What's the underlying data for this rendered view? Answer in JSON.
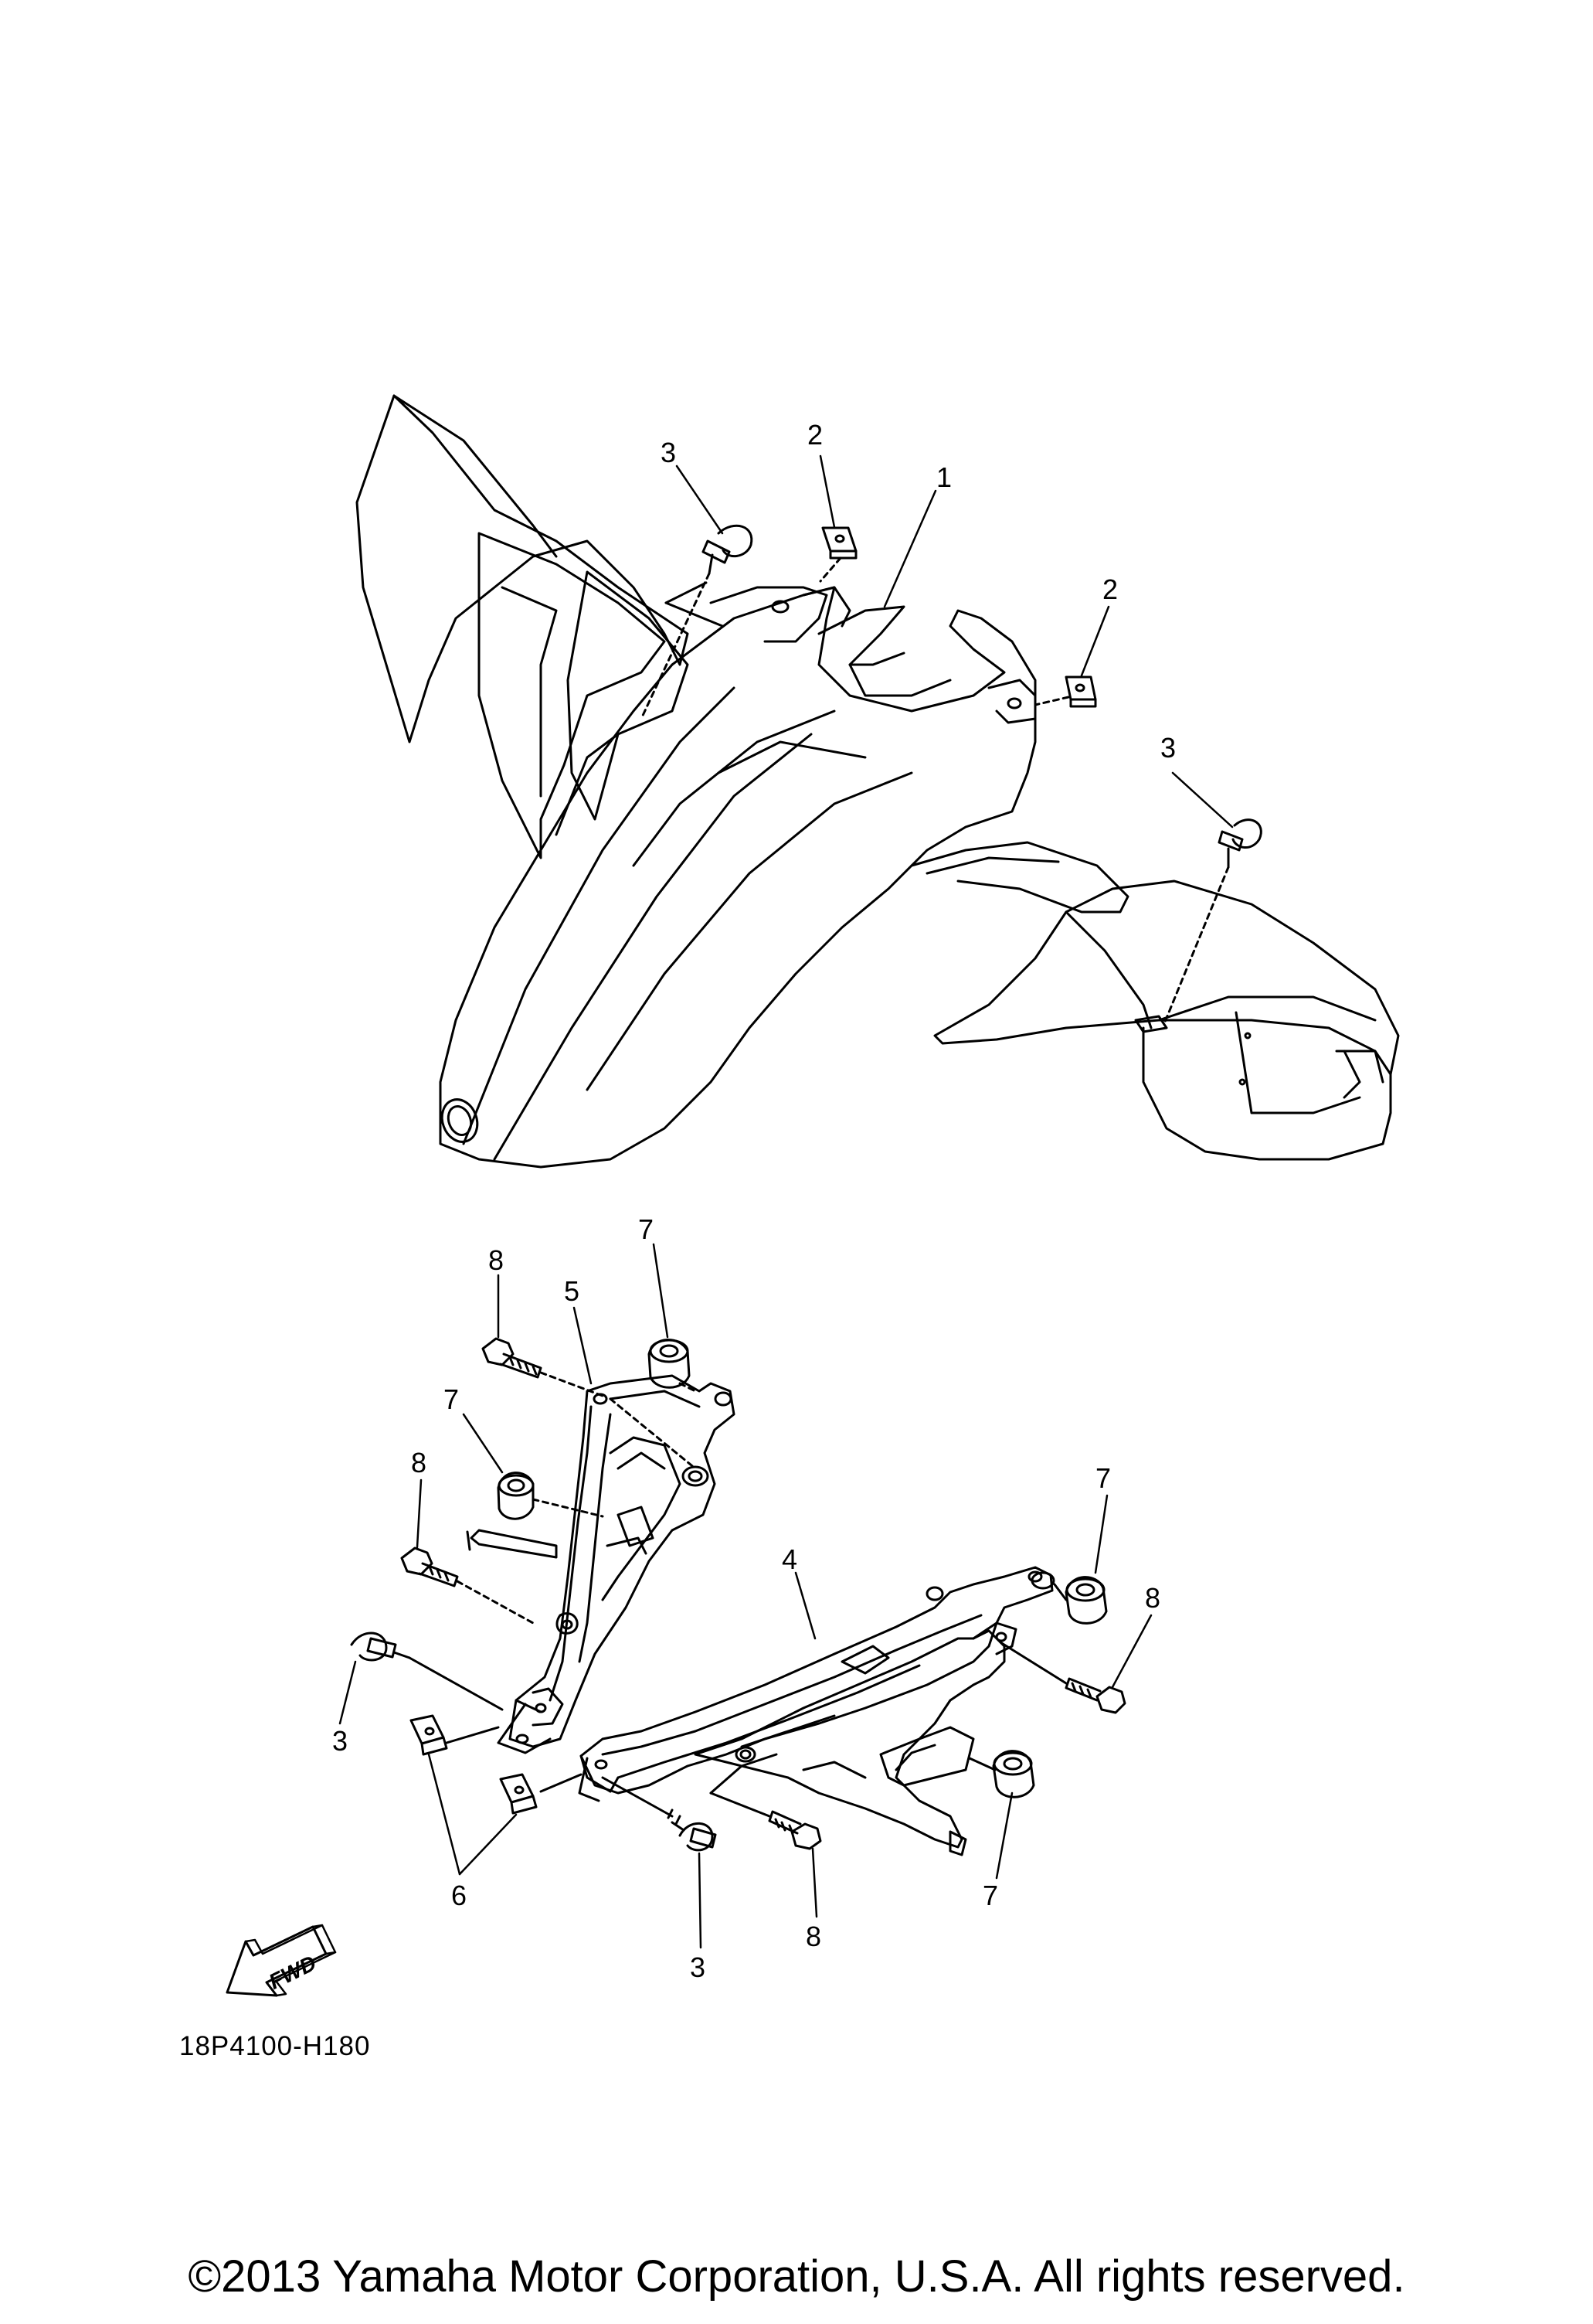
{
  "diagram": {
    "part_code": "18P4100-H180",
    "fwd_label": "FWD",
    "copyright": "©2013 Yamaha Motor Corporation, U.S.A. All rights reserved.",
    "callouts": {
      "c1": "1",
      "c2a": "2",
      "c2b": "2",
      "c3a": "3",
      "c3b": "3",
      "c3c": "3",
      "c3d": "3",
      "c4": "4",
      "c5": "5",
      "c6": "6",
      "c7a": "7",
      "c7b": "7",
      "c7c": "7",
      "c7d": "7",
      "c8a": "8",
      "c8b": "8",
      "c8c": "8",
      "c8d": "8"
    }
  }
}
